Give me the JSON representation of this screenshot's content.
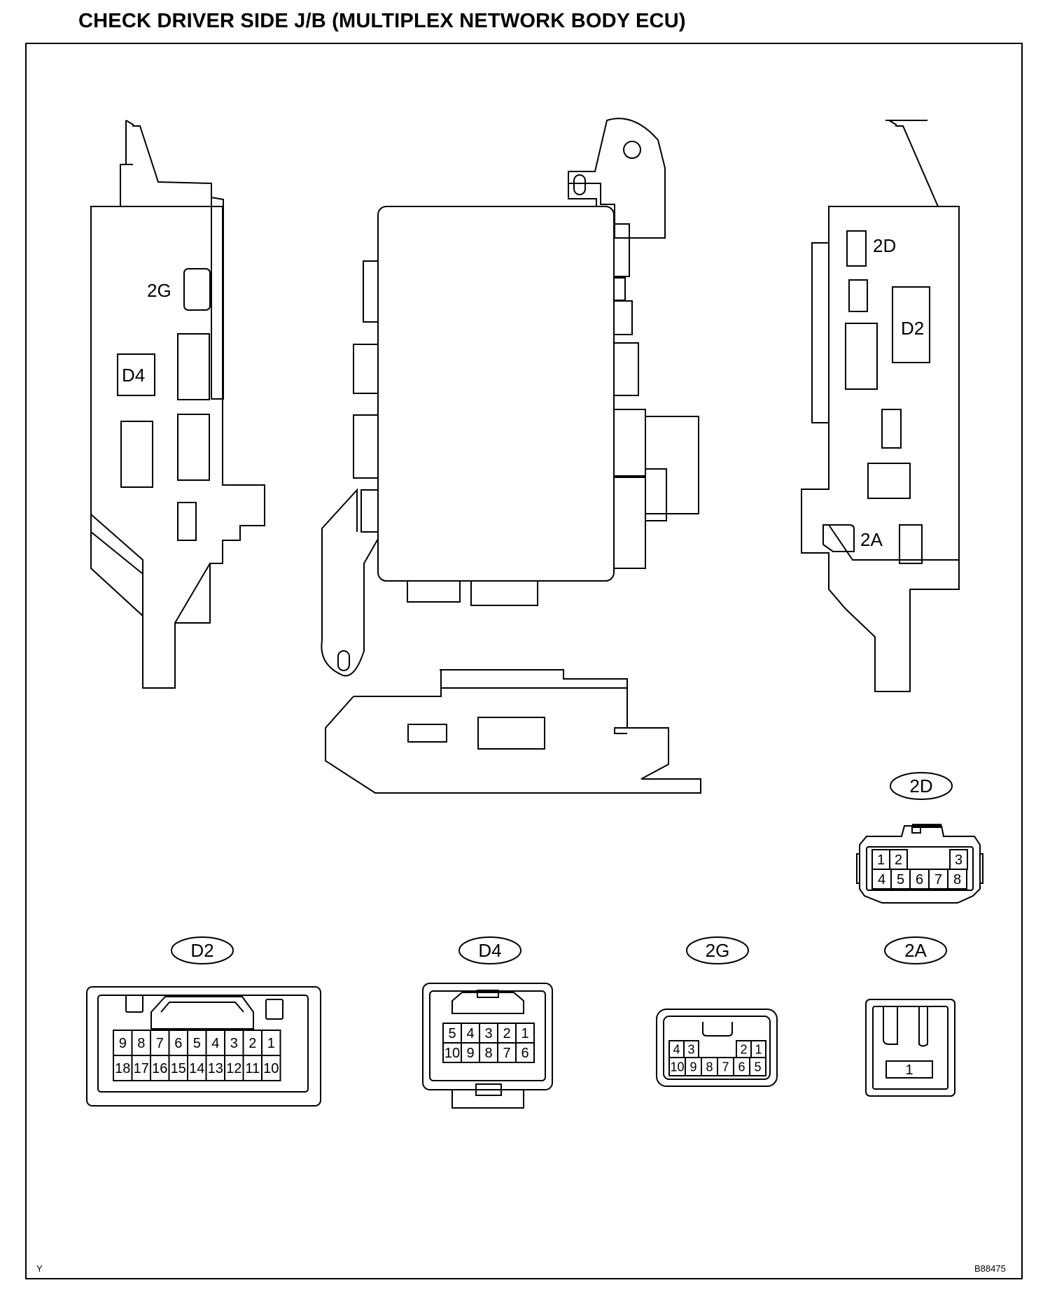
{
  "title": "CHECK DRIVER SIDE J/B (MULTIPLEX NETWORK BODY ECU)",
  "footer": {
    "left_mark": "Y",
    "figure_id": "B88475"
  },
  "jb_labels": {
    "left_2g": "2G",
    "left_d4": "D4",
    "right_2d": "2D",
    "right_d2": "D2",
    "right_2a": "2A"
  },
  "connectors": {
    "c2d": {
      "name": "2D",
      "top_row": [
        "1",
        "2",
        "3"
      ],
      "bottom_row": [
        "4",
        "5",
        "6",
        "7",
        "8"
      ]
    },
    "d2": {
      "name": "D2",
      "top_row": [
        "9",
        "8",
        "7",
        "6",
        "5",
        "4",
        "3",
        "2",
        "1"
      ],
      "bottom_row": [
        "18",
        "17",
        "16",
        "15",
        "14",
        "13",
        "12",
        "11",
        "10"
      ]
    },
    "d4": {
      "name": "D4",
      "top_row": [
        "5",
        "4",
        "3",
        "2",
        "1"
      ],
      "bottom_row": [
        "10",
        "9",
        "8",
        "7",
        "6"
      ]
    },
    "c2g": {
      "name": "2G",
      "top_row": [
        "4",
        "3",
        "2",
        "1"
      ],
      "bottom_row": [
        "10",
        "9",
        "8",
        "7",
        "6",
        "5"
      ]
    },
    "c2a": {
      "name": "2A",
      "pins": [
        "1"
      ]
    }
  }
}
